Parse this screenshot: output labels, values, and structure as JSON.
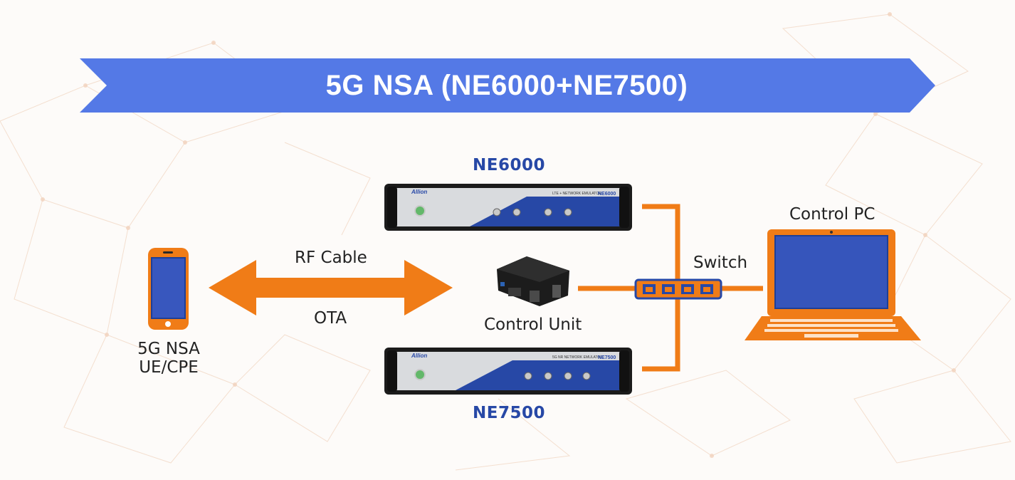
{
  "title": "5G NSA (NE6000+NE7500)",
  "devices": {
    "ne6000": {
      "label": "NE6000",
      "brand": "Allion",
      "faceplate": "LTE + NETWORK EMULATOR",
      "model_plate": "NE6000"
    },
    "ne7500": {
      "label": "NE7500",
      "brand": "Allion",
      "faceplate": "5G NR NETWORK EMULATOR",
      "model_plate": "NE7500"
    },
    "control_unit": {
      "label": "Control Unit"
    },
    "switch": {
      "label": "Switch"
    },
    "control_pc": {
      "label": "Control PC"
    },
    "phone": {
      "label_line1": "5G NSA",
      "label_line2": "UE/CPE"
    }
  },
  "links": {
    "rf_cable": "RF Cable",
    "ota": "OTA"
  },
  "colors": {
    "banner": "#5479e6",
    "accent_orange": "#f07c17",
    "device_blue": "#2748a6",
    "label_blue": "#2748a6"
  },
  "icons": [
    "phone-icon",
    "double-arrow-icon",
    "rack-device-icon",
    "control-unit-icon",
    "switch-icon",
    "laptop-icon"
  ]
}
